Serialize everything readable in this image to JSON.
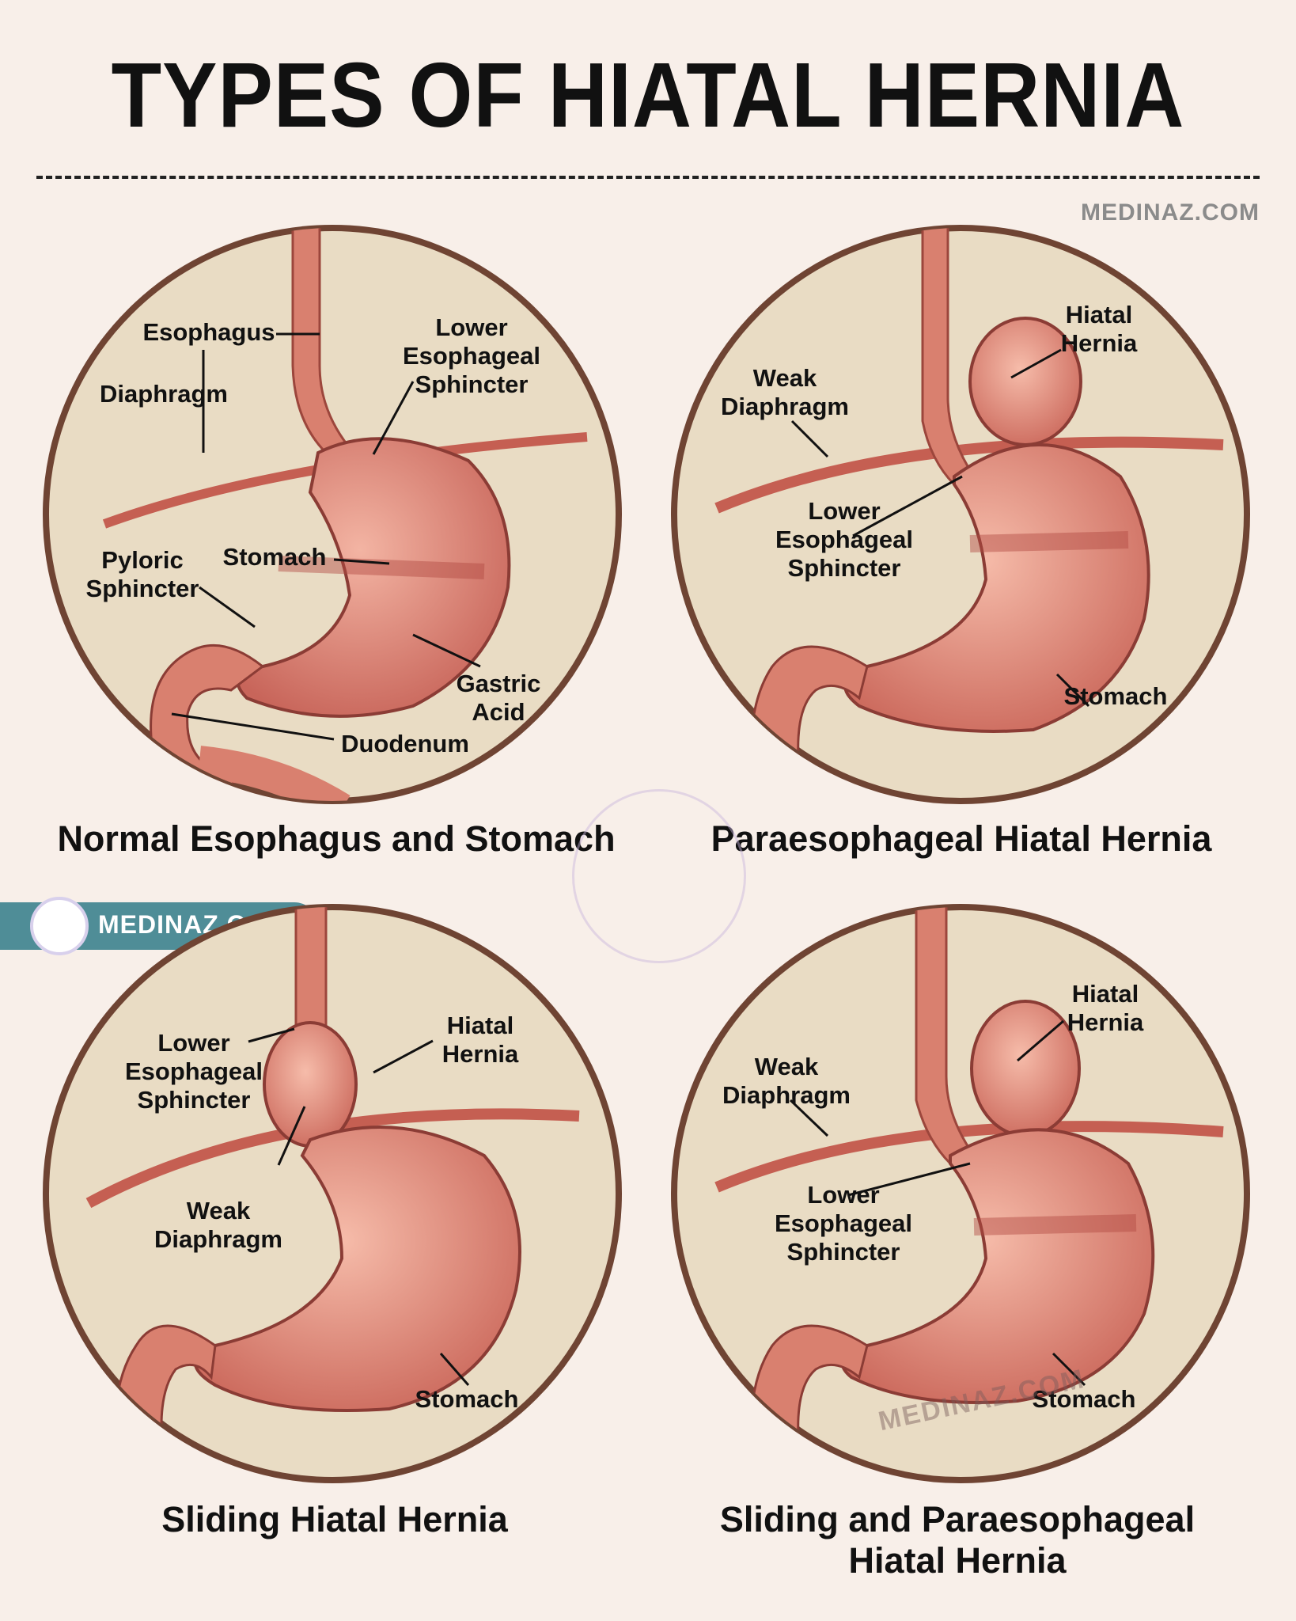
{
  "title": "TYPES OF HIATAL HERNIA",
  "site_top": "MEDINAZ.COM",
  "badge": {
    "text": "MEDINAZ.COM"
  },
  "watermark": "MEDINAZ.COM",
  "colors": {
    "background": "#f8efe9",
    "circle_fill": "#e9dcc4",
    "circle_border": "#6f4433",
    "tissue": "#e08a78",
    "tissue_dark": "#b9574a",
    "badge": "#4f8d97"
  },
  "panels": {
    "normal": {
      "caption": "Normal Esophagus and Stomach",
      "labels": {
        "esophagus": "Esophagus",
        "les_1": "Lower",
        "les_2": "Esophageal",
        "les_3": "Sphincter",
        "diaphragm": "Diaphragm",
        "stomach": "Stomach",
        "pyloric_1": "Pyloric",
        "pyloric_2": "Sphincter",
        "gastric_1": "Gastric",
        "gastric_2": "Acid",
        "duodenum": "Duodenum"
      }
    },
    "paraesophageal": {
      "caption": "Paraesophageal Hiatal Hernia",
      "labels": {
        "hernia_1": "Hiatal",
        "hernia_2": "Hernia",
        "weak_1": "Weak",
        "weak_2": "Diaphragm",
        "les_1": "Lower",
        "les_2": "Esophageal",
        "les_3": "Sphincter",
        "stomach": "Stomach"
      }
    },
    "sliding": {
      "caption": "Sliding Hiatal Hernia",
      "labels": {
        "les_1": "Lower",
        "les_2": "Esophageal",
        "les_3": "Sphincter",
        "hernia_1": "Hiatal",
        "hernia_2": "Hernia",
        "weak_1": "Weak",
        "weak_2": "Diaphragm",
        "stomach": "Stomach"
      }
    },
    "mixed": {
      "caption_1": "Sliding and Paraesophageal",
      "caption_2": "Hiatal Hernia",
      "labels": {
        "hernia_1": "Hiatal",
        "hernia_2": "Hernia",
        "weak_1": "Weak",
        "weak_2": "Diaphragm",
        "les_1": "Lower",
        "les_2": "Esophageal",
        "les_3": "Sphincter",
        "stomach": "Stomach"
      }
    }
  }
}
